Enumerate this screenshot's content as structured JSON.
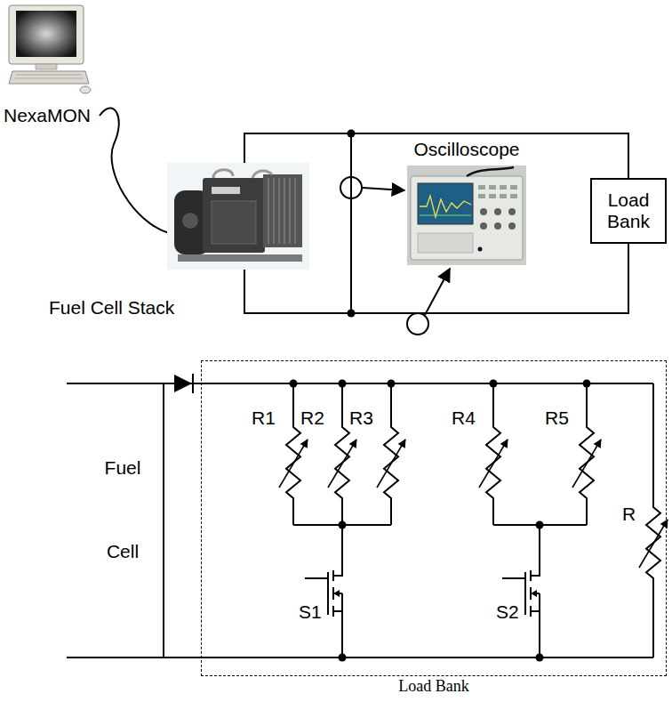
{
  "diagram": {
    "nodes": [
      {
        "text": [
          "Fuel Cell Stack"
        ]
      },
      {
        "text": [
          "Oscilloscope"
        ]
      },
      {
        "text": [
          "Load Bank"
        ]
      },
      {
        "text": [
          "Fuel Cell"
        ]
      },
      {
        "text": [
          "Load Bank"
        ]
      }
    ],
    "edges": [
      {
        "from": 0,
        "to": 2,
        "arrow": "none"
      },
      {
        "from": 0,
        "to": 2,
        "arrow": "none"
      },
      {
        "from": 3,
        "to": 4,
        "arrow": "none"
      },
      {
        "from": 3,
        "to": 4,
        "arrow": "none"
      }
    ],
    "labels": [
      "NexaMON",
      "R1",
      "R2",
      "R3",
      "R4",
      "R5",
      "R",
      "S1",
      "S2"
    ]
  }
}
